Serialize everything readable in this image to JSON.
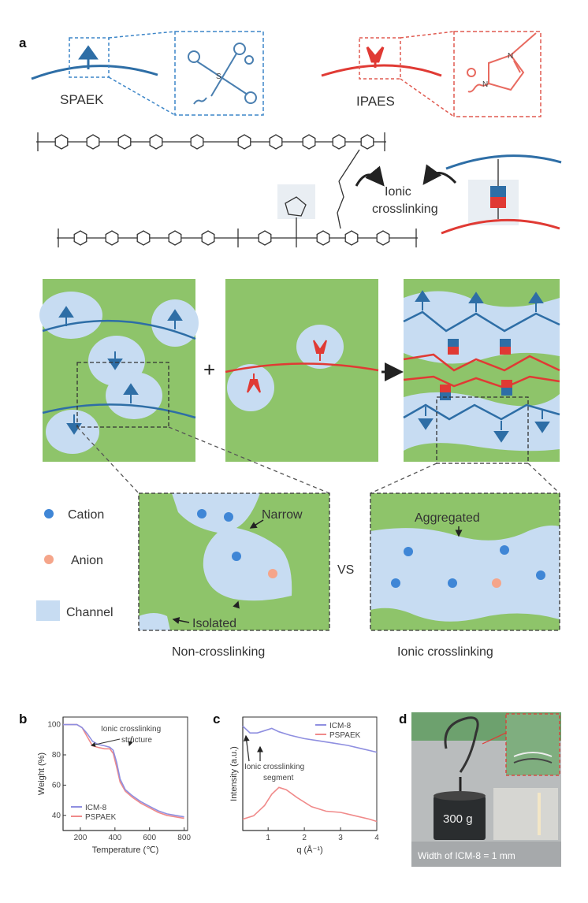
{
  "panel_a": {
    "letter": "a",
    "spaek_label": "SPAEK",
    "ipaes_label": "IPAES",
    "ionic_label_1": "Ionic",
    "ionic_label_2": "crosslinking",
    "plus": "+",
    "legend": {
      "cation": "Cation",
      "anion": "Anion",
      "channel": "Channel"
    },
    "narrow": "Narrow",
    "isolated": "Isolated",
    "aggregated": "Aggregated",
    "vs": "VS",
    "caption_left": "Non-crosslinking",
    "caption_right": "Ionic crosslinking",
    "colors": {
      "blue": "#2e6ea6",
      "red": "#e03a34",
      "green": "#8ec46a",
      "channel": "#c7dcf2",
      "cation": "#3f86d6",
      "anion": "#f5a58a"
    }
  },
  "panel_b": {
    "letter": "b",
    "annotation_1": "Ionic crosslinking",
    "annotation_2": "structure",
    "chart_data": {
      "type": "line",
      "xlabel": "Temperature (℃)",
      "ylabel": "Weight (%)",
      "xlim": [
        100,
        820
      ],
      "ylim": [
        30,
        105
      ],
      "xticks": [
        "200",
        "400",
        "600",
        "800"
      ],
      "yticks": [
        "100",
        "80",
        "60",
        "40"
      ],
      "series": [
        {
          "name": "PSPAEK",
          "color": "#f08a8a",
          "x": [
            100,
            180,
            210,
            240,
            270,
            300,
            340,
            370,
            390,
            410,
            430,
            460,
            500,
            550,
            600,
            650,
            700,
            750,
            800
          ],
          "y": [
            100,
            100,
            98,
            92,
            86,
            85,
            84,
            84,
            81,
            72,
            62,
            56,
            52,
            48,
            45,
            42,
            40,
            39,
            38
          ]
        },
        {
          "name": "ICM-8",
          "color": "#8f8fe0",
          "x": [
            100,
            180,
            210,
            240,
            270,
            300,
            340,
            370,
            390,
            410,
            430,
            460,
            500,
            550,
            600,
            650,
            700,
            750,
            800
          ],
          "y": [
            100,
            100,
            98,
            94,
            89,
            87,
            86,
            85,
            83,
            75,
            64,
            57,
            53,
            49,
            46,
            43,
            41,
            40,
            39
          ]
        }
      ]
    }
  },
  "panel_c": {
    "letter": "c",
    "annotation_1": "Ionic crosslinking",
    "annotation_2": "segment",
    "chart_data": {
      "type": "line",
      "xlabel": "q (Å⁻¹)",
      "ylabel": "Intensity (a.u.)",
      "xlim": [
        0.3,
        4
      ],
      "ylim": [
        0,
        10
      ],
      "xticks": [
        "1",
        "2",
        "3",
        "4"
      ],
      "series": [
        {
          "name": "ICM-8",
          "color": "#8f8fe0",
          "x": [
            0.3,
            0.5,
            0.7,
            0.9,
            1.1,
            1.3,
            1.6,
            2.0,
            2.4,
            2.8,
            3.2,
            3.6,
            4.0
          ],
          "y": [
            9.2,
            8.6,
            8.6,
            8.8,
            9.0,
            8.7,
            8.4,
            8.1,
            7.9,
            7.7,
            7.5,
            7.2,
            6.9
          ]
        },
        {
          "name": "PSPAEK",
          "color": "#f08a8a",
          "x": [
            0.3,
            0.6,
            0.9,
            1.1,
            1.3,
            1.5,
            1.8,
            2.2,
            2.6,
            3.0,
            3.4,
            3.8,
            4.0
          ],
          "y": [
            1.0,
            1.3,
            2.2,
            3.2,
            3.8,
            3.6,
            2.9,
            2.1,
            1.7,
            1.6,
            1.3,
            1.0,
            0.8
          ]
        }
      ]
    }
  },
  "panel_d": {
    "letter": "d",
    "weight_label": "300 g",
    "caption": "Width of ICM-8 = 1 mm"
  }
}
